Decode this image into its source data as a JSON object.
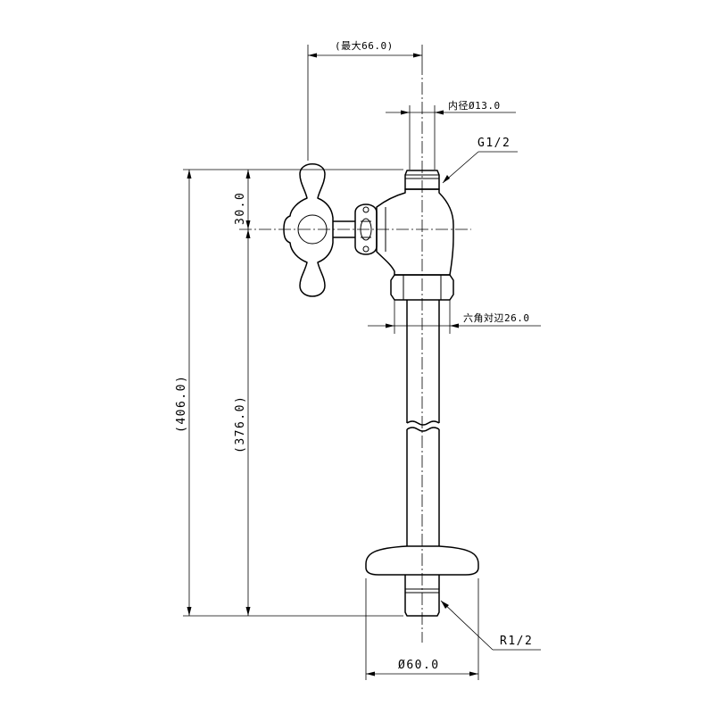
{
  "dimensions": {
    "max_width": "(最大66.0)",
    "inner_diameter": "内径Ø13.0",
    "thread_top": "G1/2",
    "handle_offset": "30.0",
    "total_height": "(406.0)",
    "pipe_height": "(376.0)",
    "hex_across_flats": "六角対辺26.0",
    "thread_bottom": "R1/2",
    "flange_diameter": "Ø60.0"
  }
}
